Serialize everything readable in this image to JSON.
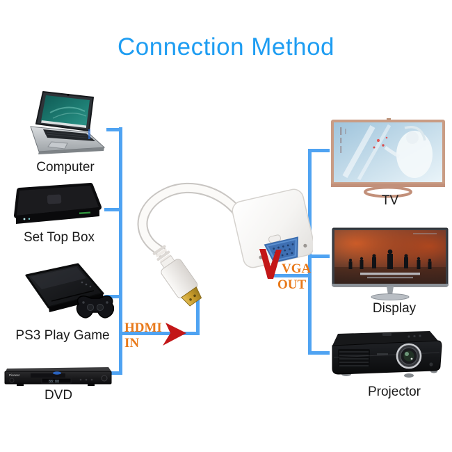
{
  "title": "Connection Method",
  "colors": {
    "title_blue": "#1E9DF2",
    "connector_blue": "#4FA3F2",
    "port_label_orange": "#E8791A",
    "arrow_red": "#C31718",
    "device_label_black": "#1A1A1A",
    "adapter_body_white": "#F7F6F4",
    "vga_port_blue": "#4A7EC4",
    "hdmi_plug_gold": "#C79B2B"
  },
  "adapter": {
    "hdmi_port_label": {
      "line1": "HDMI",
      "line2": "IN"
    },
    "vga_port_label": {
      "line1": "VGA",
      "line2": "OUT"
    }
  },
  "input_devices": [
    {
      "label": "Computer"
    },
    {
      "label": "Set Top Box"
    },
    {
      "label": "PS3 Play Game"
    },
    {
      "label": "DVD"
    }
  ],
  "output_devices": [
    {
      "label": "TV"
    },
    {
      "label": "Display"
    },
    {
      "label": "Projector"
    }
  ]
}
